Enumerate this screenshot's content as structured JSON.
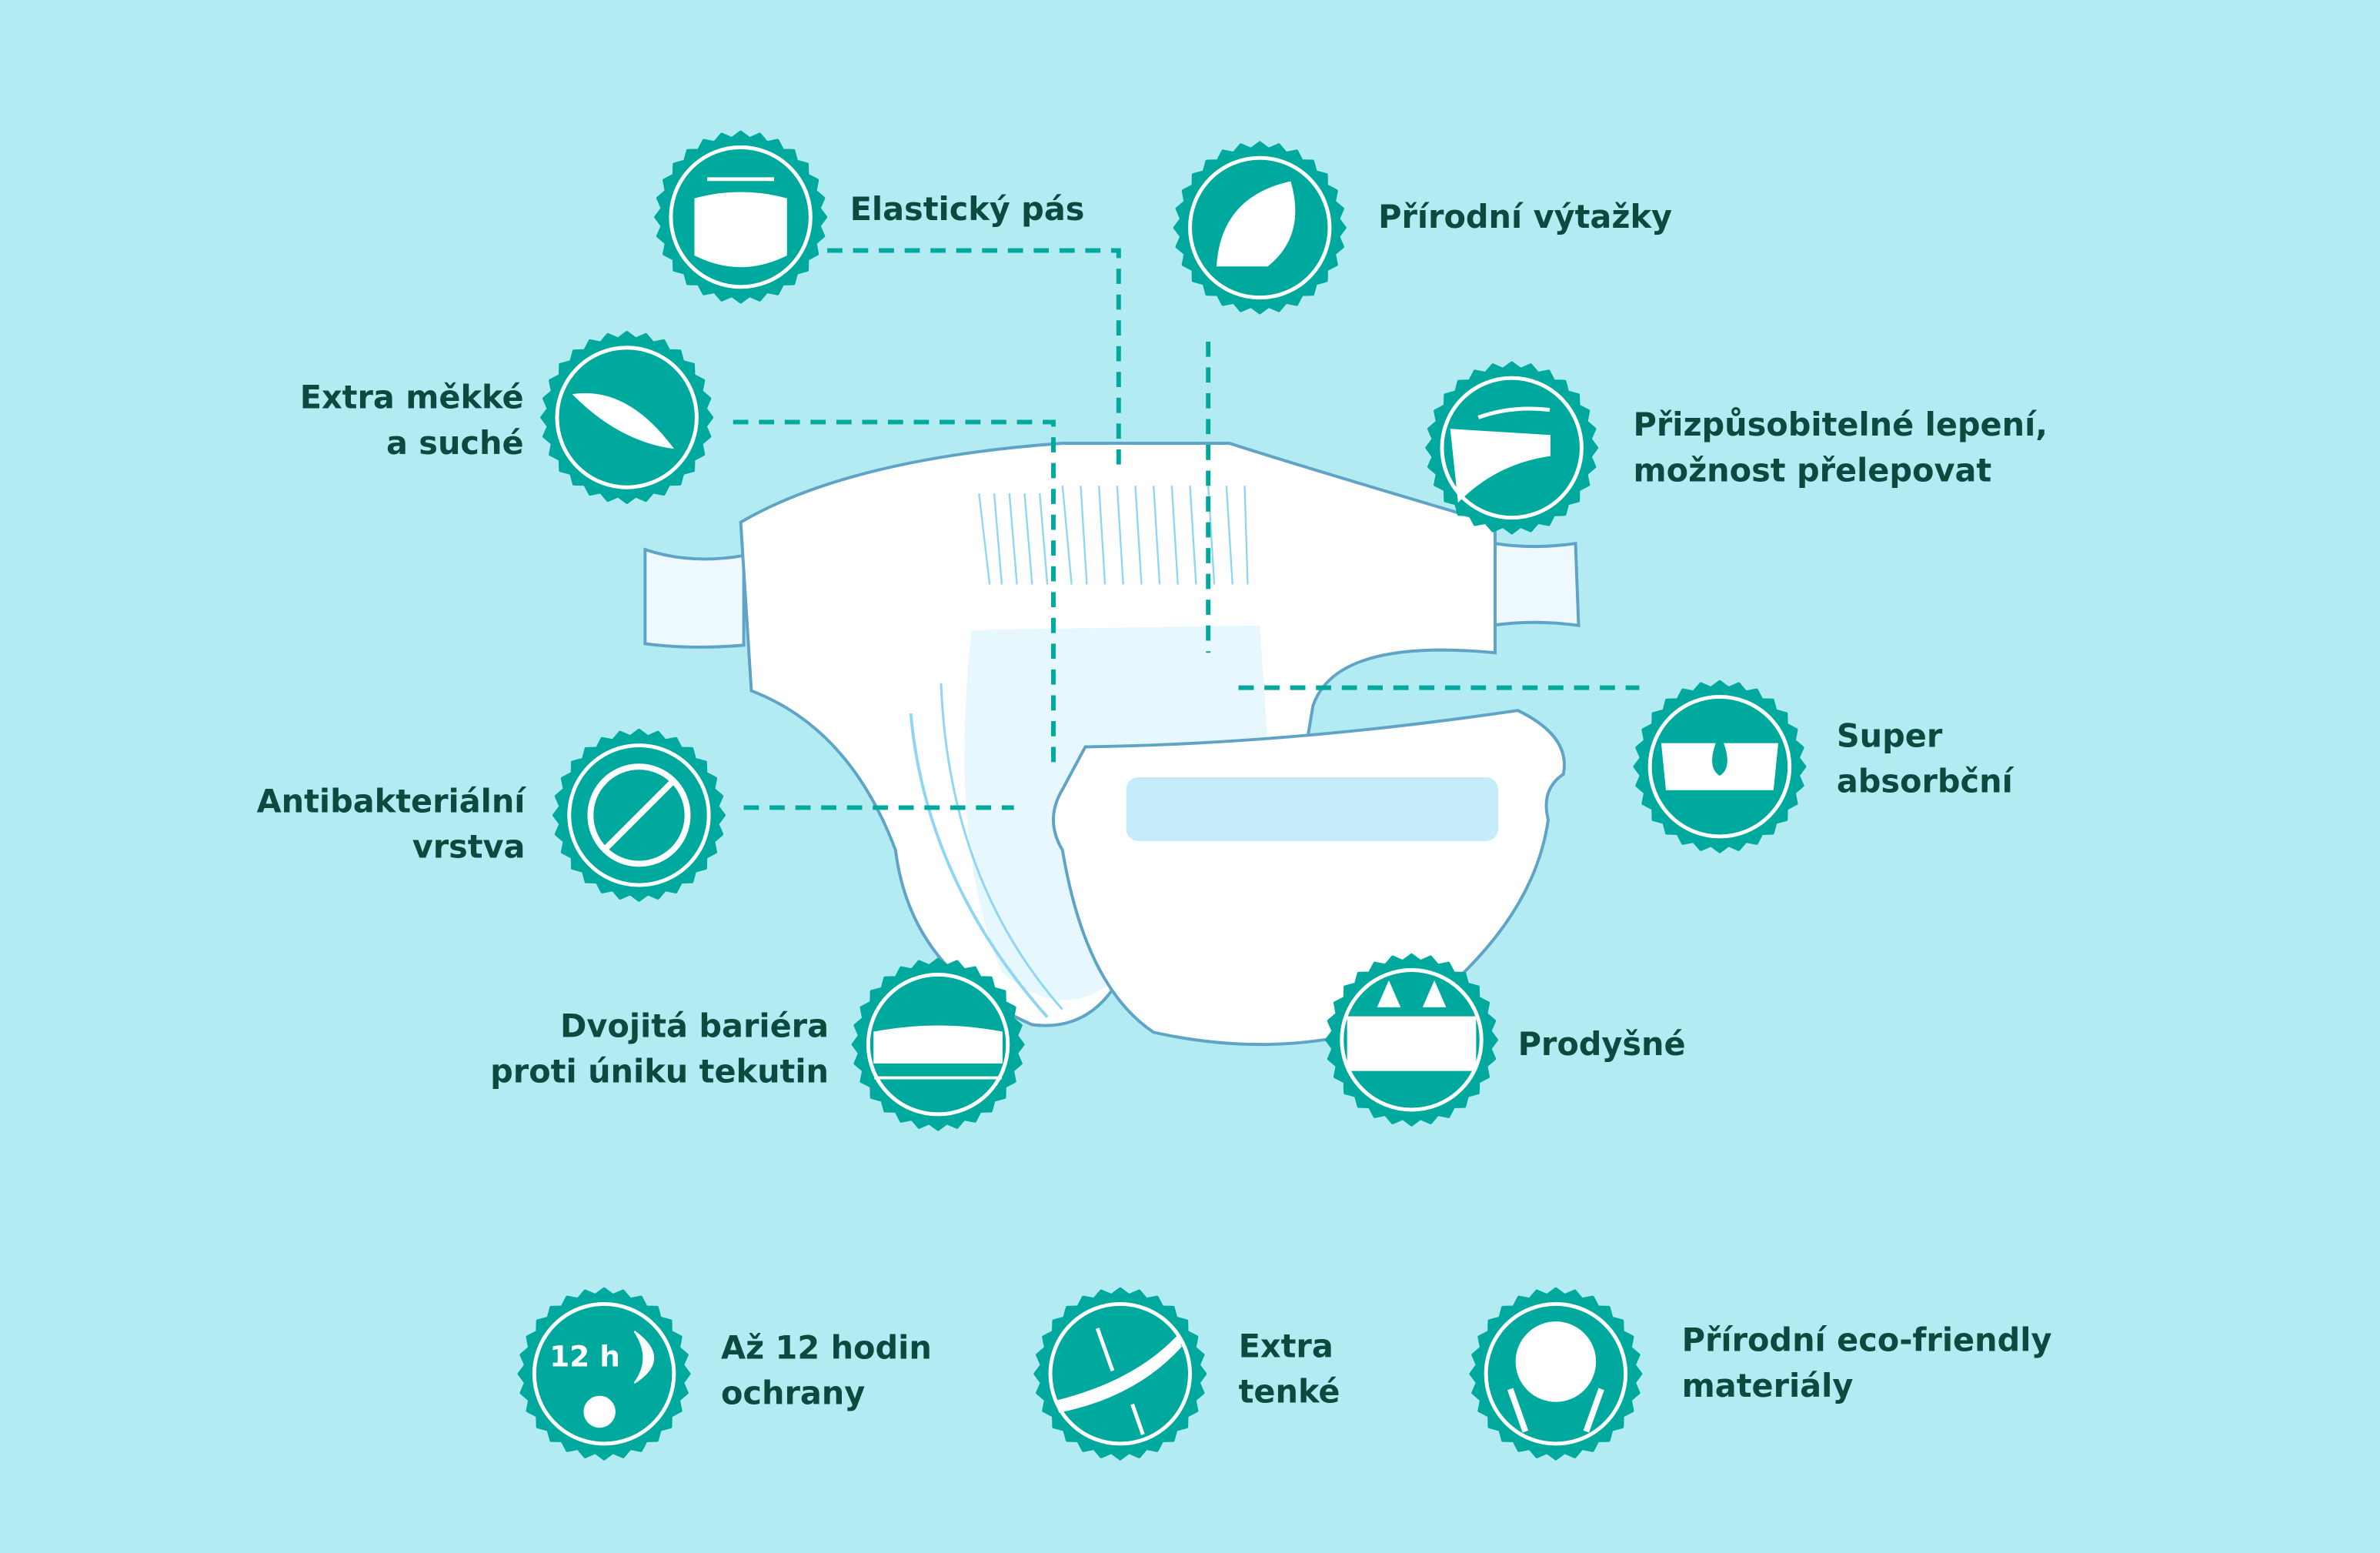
{
  "colors": {
    "background": "#b2ebf2",
    "badge": "#00a99d",
    "text": "#0b4a3f",
    "diaper_outline": "#5fa3c7",
    "diaper_accent": "#8fd6f5"
  },
  "features": [
    {
      "id": "elastic-waist",
      "icon": "elastic-waist-icon",
      "lines": [
        "Elastický pás"
      ]
    },
    {
      "id": "natural-extracts",
      "icon": "leaf-icon",
      "lines": [
        "Přírodní výtažky"
      ]
    },
    {
      "id": "extra-soft",
      "icon": "feather-icon",
      "lines": [
        "Extra měkké",
        "a suché"
      ]
    },
    {
      "id": "adjustable-tape",
      "icon": "tape-icon",
      "lines": [
        "Přizpůsobitelné lepení,",
        "možnost přelepovat"
      ]
    },
    {
      "id": "super-absorbent",
      "icon": "absorbent-drop-icon",
      "lines": [
        "Super",
        "absorbční"
      ]
    },
    {
      "id": "antibacterial",
      "icon": "no-bacteria-icon",
      "lines": [
        "Antibakteriální",
        "vrstva"
      ]
    },
    {
      "id": "double-barrier",
      "icon": "leak-barrier-icon",
      "lines": [
        "Dvojitá bariéra",
        "proti úniku tekutin"
      ]
    },
    {
      "id": "breathable",
      "icon": "breathable-arrows-icon",
      "lines": [
        "Prodyšné"
      ]
    },
    {
      "id": "12h-protection",
      "icon": "day-night-icon",
      "lines": [
        "Až 12 hodin",
        "ochrany"
      ],
      "badge_text": "12 h"
    },
    {
      "id": "extra-thin",
      "icon": "thin-layer-icon",
      "lines": [
        "Extra",
        "tenké"
      ]
    },
    {
      "id": "eco-friendly",
      "icon": "globe-hands-icon",
      "lines": [
        "Přírodní eco-friendly",
        "materiály"
      ]
    }
  ]
}
